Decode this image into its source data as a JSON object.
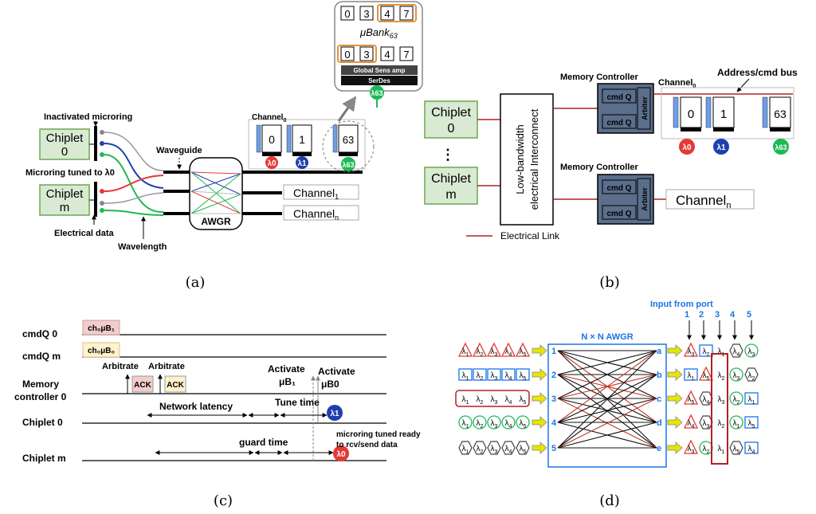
{
  "captions": {
    "a": "(a)",
    "b": "(b)",
    "c": "(c)",
    "d": "(d)"
  },
  "panel_a": {
    "chiplet0": [
      "Chiplet",
      "0"
    ],
    "chipletm": [
      "Chiplet",
      "m"
    ],
    "inactivated": "Inactivated microring",
    "tuned": "Microring tuned to λ0",
    "electrical_data": "Electrical data",
    "wavelength": "Wavelength",
    "waveguide": "Waveguide",
    "awgr": "AWGR",
    "channel0": "Channel",
    "channel0_sub": "0",
    "channel1": "Channel",
    "channel1_sub": "1",
    "channeln": "Channel",
    "channeln_sub": "n",
    "banks": [
      "0",
      "1",
      "63"
    ],
    "rings": [
      "λ0",
      "λ1",
      "λ63"
    ],
    "ubank_top_cells": [
      "0",
      "3",
      "4",
      "7"
    ],
    "ubank_bottom_cells": [
      "0",
      "3",
      "4",
      "7"
    ],
    "ubank_label": "μBank",
    "ubank_sub": "63",
    "sens_amp": "Global Sens amp",
    "serdes": "SerDes"
  },
  "panel_b": {
    "chiplet0": [
      "Chiplet",
      "0"
    ],
    "chipletm": [
      "Chiplet",
      "m"
    ],
    "dots": "⋮",
    "interconnect": [
      "Low-bandwidth",
      "electrical Interconnect"
    ],
    "mem_ctrl_top": "Memory Controller",
    "mem_ctrl_bottom": "Memory Controller",
    "cmdq": "cmd Q",
    "arbiter": "Arbiter",
    "channel0": "Channel",
    "channel0_sub": "0",
    "address_bus": "Address/cmd bus",
    "banks": [
      "0",
      "1",
      "63"
    ],
    "rings": [
      "λ0",
      "λ1",
      "λ63"
    ],
    "channeln": "Channel",
    "channeln_sub": "n",
    "legend": "Electrical Link"
  },
  "panel_c": {
    "rows": [
      "cmdQ 0",
      "cmdQ m",
      "Memory",
      "controller 0",
      "Chiplet 0",
      "Chiplet m"
    ],
    "cmd0_box": "ch₀μB₁",
    "cmdm_box": "ch₀μB₀",
    "arbitrate": "Arbitrate",
    "ack": "ACK",
    "activate1": [
      "Activate",
      "μB₁"
    ],
    "activate0": [
      "Activate",
      "μB0"
    ],
    "network_latency": "Network latency",
    "tune_time": "Tune time",
    "guard_time": "guard time",
    "ring1": "λ1",
    "ring0": "λ0",
    "ready_note": [
      "microring tuned ready",
      "to rcv/send data"
    ]
  },
  "panel_d": {
    "input_title": "Input from port",
    "port_numbers": [
      "1",
      "2",
      "3",
      "4",
      "5"
    ],
    "awgr_title": "N × N AWGR",
    "left_ports": [
      "1",
      "2",
      "3",
      "4",
      "5"
    ],
    "right_ports": [
      "a",
      "b",
      "c",
      "d",
      "e"
    ],
    "lambda": "λ",
    "output_rows": [
      [
        "3",
        "2",
        "1",
        "4",
        "3"
      ],
      [
        "1",
        "5",
        "2",
        "3",
        "2"
      ],
      [
        "5",
        "4",
        "3",
        "2",
        "1"
      ],
      [
        "4",
        "3",
        "2",
        "1",
        "5"
      ],
      [
        "3",
        "2",
        "1",
        "5",
        "4"
      ]
    ]
  },
  "colors": {
    "chiplet_fill": "#d9ead3",
    "chiplet_border": "#6aa84f",
    "ctrl_fill": "#5b6e8c",
    "bank_bar": "#6d9eeb",
    "ring_red": "#e53935",
    "ring_blue": "#1e3fae",
    "ring_green": "#1db954",
    "link_red": "#b22222",
    "awgr_blue": "#1a73e8",
    "arrow_yellow": "#e6e600"
  }
}
